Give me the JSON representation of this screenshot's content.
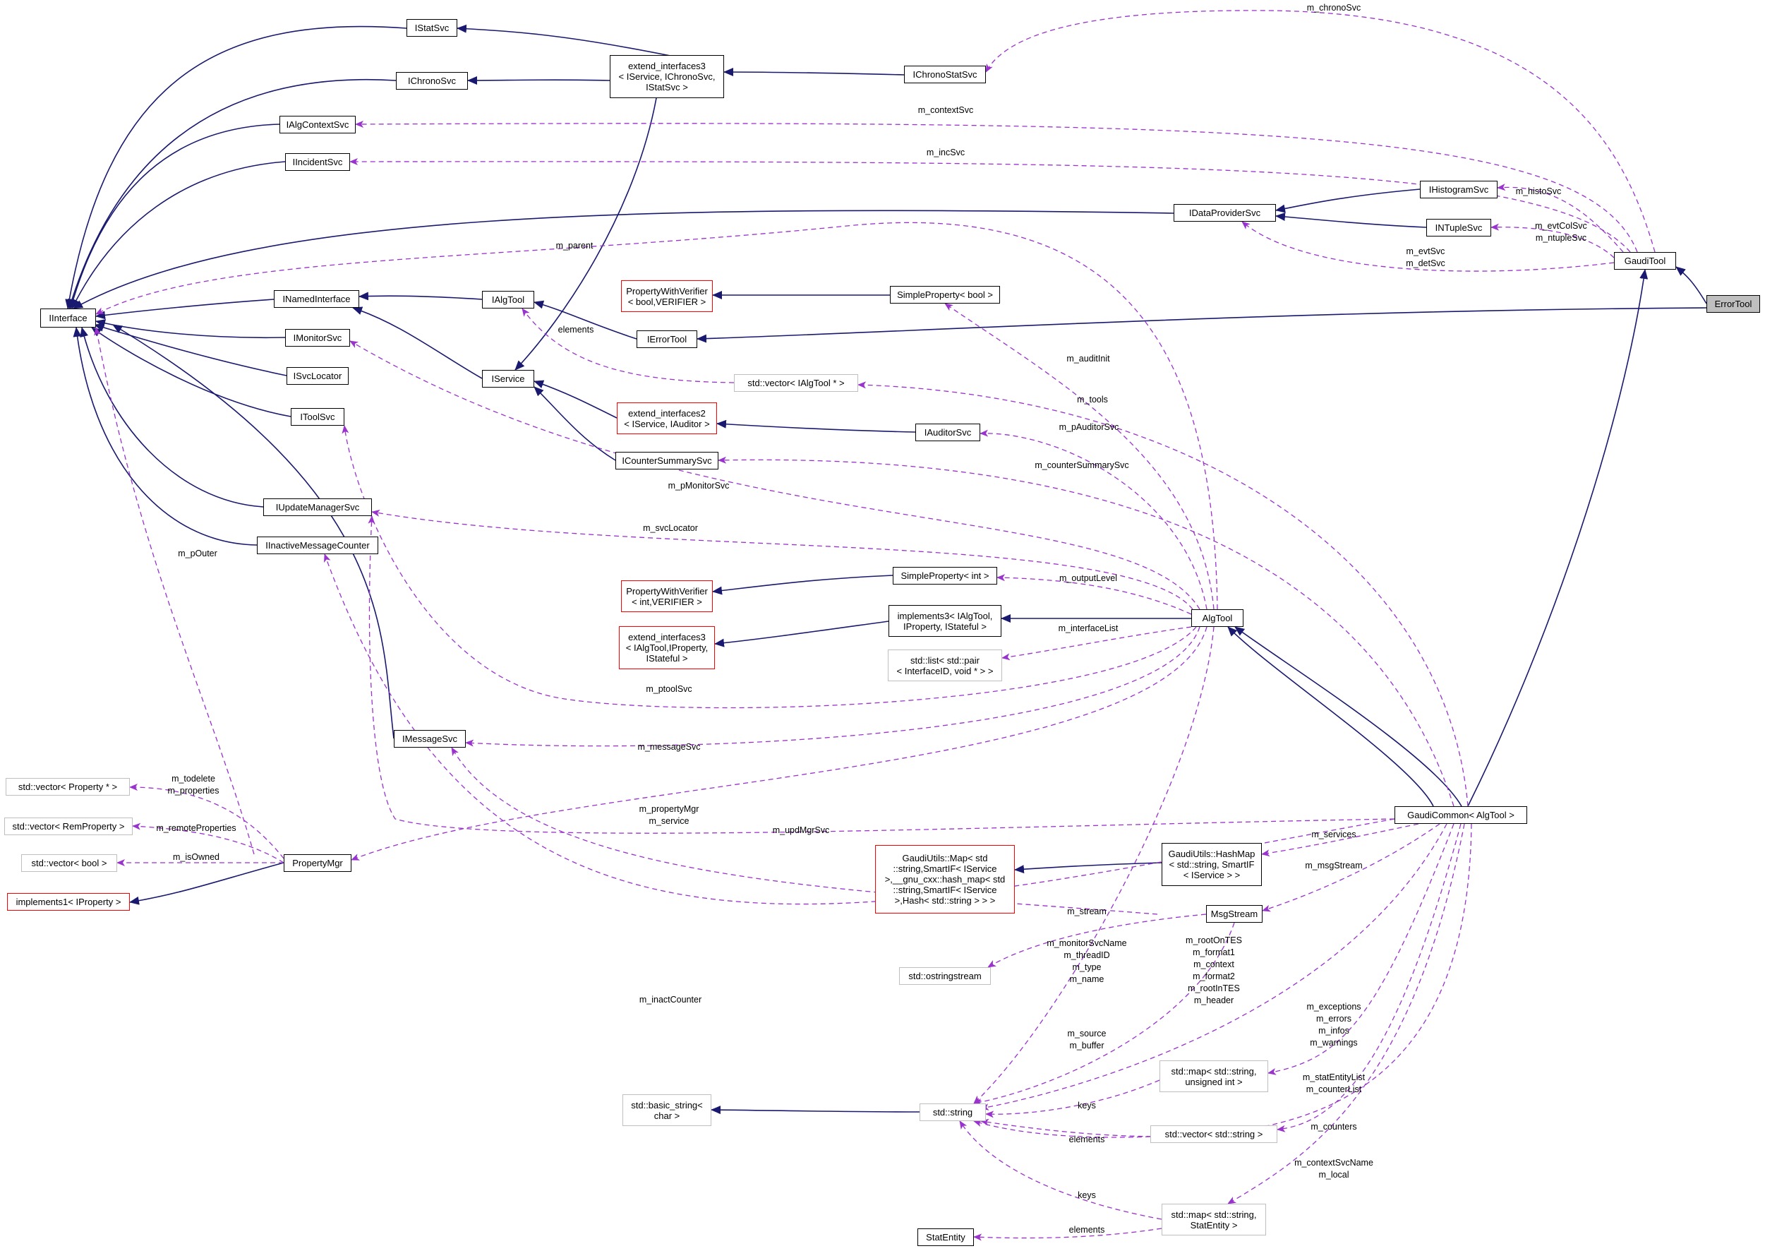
{
  "colors": {
    "inherit": "#191970",
    "usage": "#9a32cd",
    "red_border": "#ff0000",
    "gray_border": "#bfbfbf",
    "self_fill": "#bfbfbf"
  },
  "nodes": {
    "IInterface": "IInterface",
    "IStatSvc": "IStatSvc",
    "IChronoSvc": "IChronoSvc",
    "IAlgContextSvc": "IAlgContextSvc",
    "IIncidentSvc": "IIncidentSvc",
    "INamedInterface": "INamedInterface",
    "IMonitorSvc": "IMonitorSvc",
    "ISvcLocator": "ISvcLocator",
    "IToolSvc": "IToolSvc",
    "IUpdateManagerSvc": "IUpdateManagerSvc",
    "IInactiveMessageCounter": "IInactiveMessageCounter",
    "extend_interfaces3_svc": "extend_interfaces3\n< IService, IChronoSvc,\n IStatSvc >",
    "IChronoStatSvc": "IChronoStatSvc",
    "IDataProviderSvc": "IDataProviderSvc",
    "IHistogramSvc": "IHistogramSvc",
    "INTupleSvc": "INTupleSvc",
    "GaudiTool": "GaudiTool",
    "ErrorTool": "ErrorTool",
    "IAlgTool": "IAlgTool",
    "IErrorTool": "IErrorTool",
    "IService": "IService",
    "PropertyWithVerifier_bool": "PropertyWithVerifier\n< bool,VERIFIER >",
    "SimpleProperty_bool": "SimpleProperty< bool >",
    "vector_IAlgTool": "std::vector< IAlgTool * >",
    "extend_interfaces2": "extend_interfaces2\n< IService, IAuditor >",
    "IAuditorSvc": "IAuditorSvc",
    "ICounterSummarySvc": "ICounterSummarySvc",
    "PropertyWithVerifier_int": "PropertyWithVerifier\n< int,VERIFIER >",
    "SimpleProperty_int": "SimpleProperty< int >",
    "extend_interfaces3_tool": "extend_interfaces3\n< IAlgTool,IProperty,\n IStateful >",
    "implements3": "implements3< IAlgTool,\n IProperty, IStateful >",
    "list_pair": "std::list< std::pair\n< InterfaceID, void * > >",
    "AlgTool": "AlgTool",
    "IMessageSvc": "IMessageSvc",
    "vector_Property": "std::vector< Property * >",
    "vector_RemProperty": "std::vector< RemProperty >",
    "vector_bool": "std::vector< bool >",
    "implements1": "implements1< IProperty >",
    "PropertyMgr": "PropertyMgr",
    "GaudiCommon": "GaudiCommon< AlgTool >",
    "GaudiUtils_Map": "GaudiUtils::Map< std\n::string,SmartIF< IService\n >,__gnu_cxx::hash_map< std\n::string,SmartIF< IService\n >,Hash< std::string > > >",
    "GaudiUtils_HashMap": "GaudiUtils::HashMap\n< std::string, SmartIF\n< IService > >",
    "MsgStream": "MsgStream",
    "ostringstream": "std::ostringstream",
    "basic_string": "std::basic_string<\n char >",
    "std_string": "std::string",
    "map_string_uint": "std::map< std::string,\n unsigned int >",
    "vector_string": "std::vector< std::string >",
    "map_string_StatEntity": "std::map< std::string,\n StatEntity >",
    "StatEntity": "StatEntity"
  },
  "edge_labels": {
    "m_chronoSvc": "m_chronoSvc",
    "m_contextSvc": "m_contextSvc",
    "m_incSvc": "m_incSvc",
    "m_histoSvc": "m_histoSvc",
    "m_evtColSvc": "m_evtColSvc\nm_ntupleSvc",
    "m_evtSvc": "m_evtSvc\nm_detSvc",
    "m_parent": "m_parent",
    "elements_algtool": "elements",
    "m_auditInit": "m_auditInit",
    "m_tools": "m_tools",
    "m_pAuditorSvc": "m_pAuditorSvc",
    "m_counterSummarySvc": "m_counterSummarySvc",
    "m_pMonitorSvc": "m_pMonitorSvc",
    "m_svcLocator": "m_svcLocator",
    "m_outputLevel": "m_outputLevel",
    "m_interfaceList": "m_interfaceList",
    "m_ptoolSvc": "m_ptoolSvc",
    "m_messageSvc": "m_messageSvc",
    "m_pOuter": "m_pOuter",
    "m_todelete": "m_todelete\nm_properties",
    "m_remoteProperties": "m_remoteProperties",
    "m_isOwned": "m_isOwned",
    "m_propertyMgr": "m_propertyMgr\nm_service",
    "m_updMgrSvc": "m_updMgrSvc",
    "m_services": "m_services",
    "m_msgStream": "m_msgStream",
    "m_stream": "m_stream",
    "m_monitorSvcName": "m_monitorSvcName\nm_threadID\nm_type\nm_name",
    "m_rootOnTES": "m_rootOnTES\nm_format1\nm_context\nm_format2\nm_rootInTES\nm_header",
    "m_inactCounter": "m_inactCounter",
    "m_exceptions": "m_exceptions\nm_errors\nm_infos\nm_warnings",
    "m_source": "m_source\nm_buffer",
    "keys_uint": "keys",
    "m_statEntityList": "m_statEntityList\nm_counterList",
    "elements_vecstr": "elements",
    "m_counters": "m_counters",
    "m_contextSvcName": "m_contextSvcName\nm_local",
    "keys_stat": "keys",
    "elements_stat": "elements"
  }
}
